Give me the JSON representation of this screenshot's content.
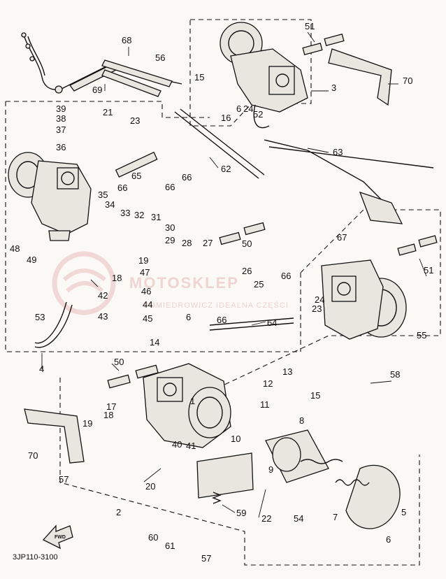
{
  "diagram": {
    "code": "3JP110-3100",
    "fwd_label": "FWD",
    "watermark": {
      "brand": "MOTOSKLEP",
      "subtitle": "POMIEDROWICZ IDEALNA CZĘŚCI"
    },
    "part_labels": [
      "1",
      "2",
      "3",
      "4",
      "5",
      "6",
      "6",
      "6",
      "7",
      "8",
      "9",
      "10",
      "11",
      "12",
      "13",
      "14",
      "15",
      "15",
      "16",
      "17",
      "18",
      "18",
      "19",
      "19",
      "20",
      "21",
      "22",
      "23",
      "23",
      "24",
      "24",
      "25",
      "26",
      "27",
      "28",
      "29",
      "30",
      "31",
      "32",
      "33",
      "34",
      "35",
      "36",
      "37",
      "38",
      "39",
      "40",
      "41",
      "42",
      "43",
      "44",
      "45",
      "46",
      "47",
      "48",
      "49",
      "50",
      "50",
      "51",
      "51",
      "52",
      "53",
      "54",
      "55",
      "56",
      "57",
      "57",
      "58",
      "59",
      "60",
      "61",
      "62",
      "63",
      "64",
      "65",
      "66",
      "66",
      "66",
      "66",
      "66",
      "67",
      "68",
      "69",
      "70",
      "70"
    ]
  }
}
